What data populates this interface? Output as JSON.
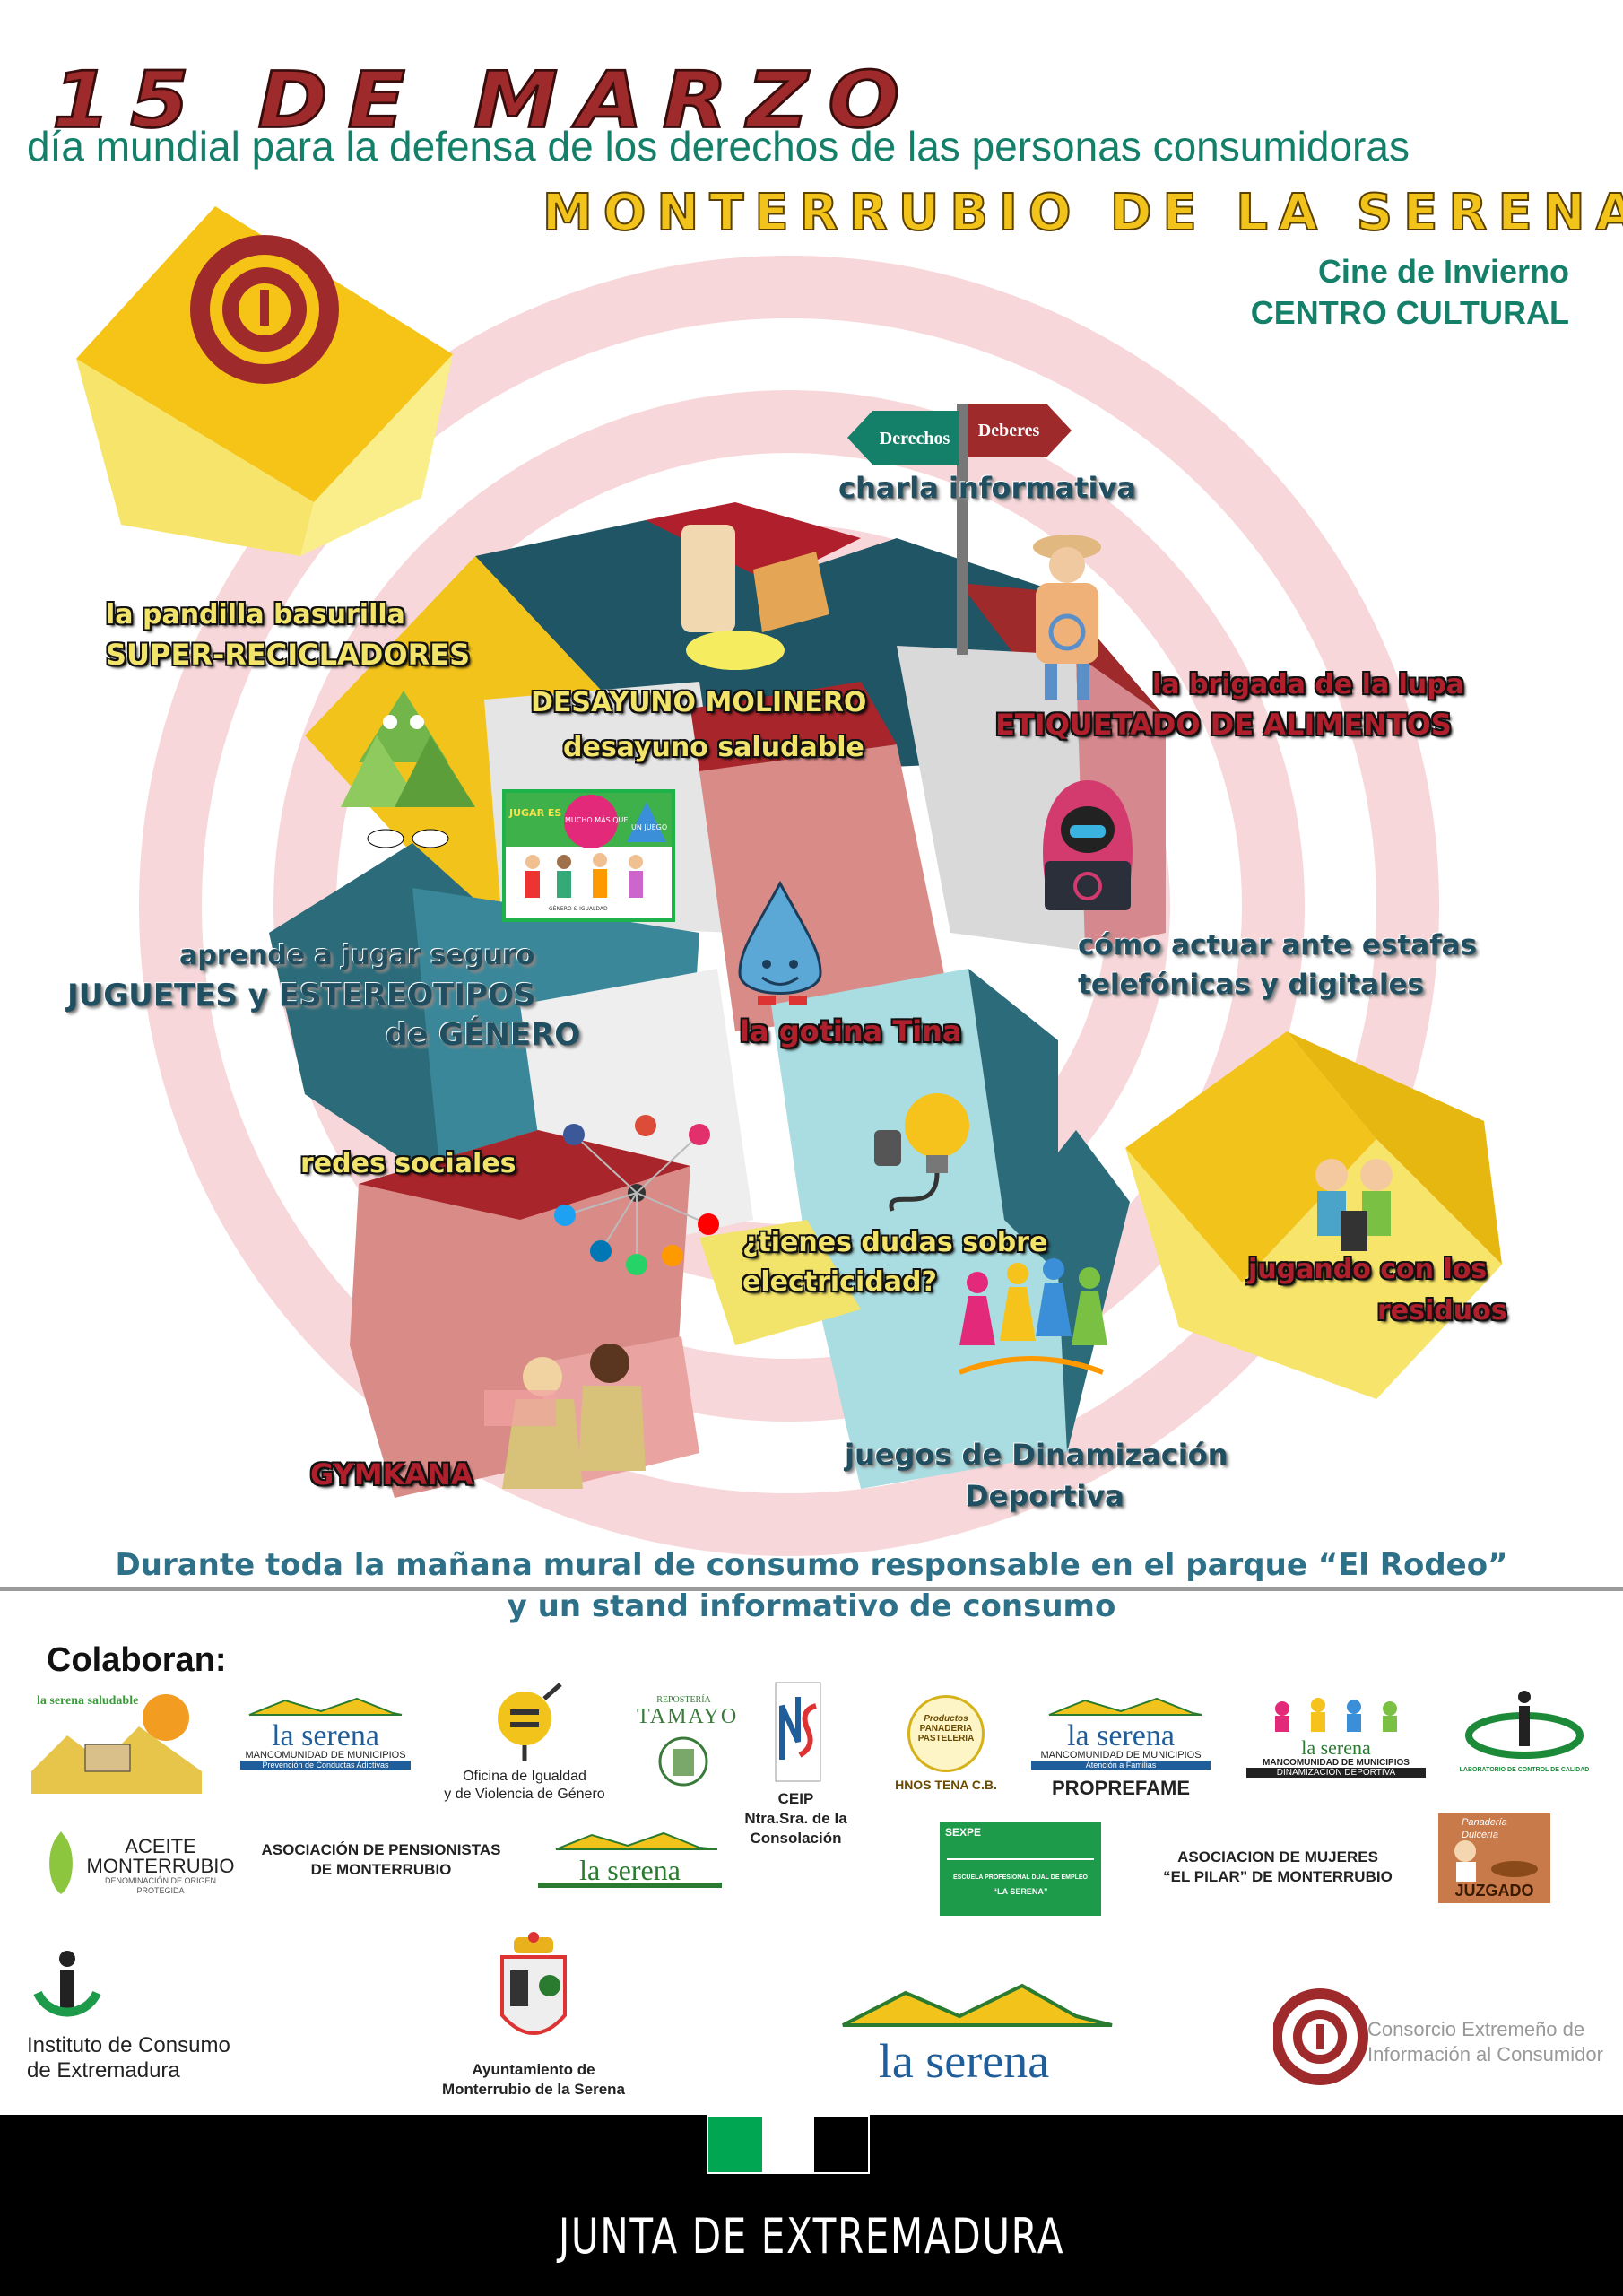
{
  "header": {
    "title": "15 DE MARZO",
    "subtitle": "día mundial para la defensa de los derechos de las personas consumidoras",
    "town": "MONTERRUBIO DE LA SERENA",
    "venue_line1": "Cine de Invierno",
    "venue_line2": "CENTRO CULTURAL"
  },
  "signpost": {
    "left": "Derechos",
    "right": "Deberes"
  },
  "activities": {
    "charla": "charla informativa",
    "pandilla_1": "la pandilla basurilla",
    "pandilla_2": "SUPER-RECICLADORES",
    "desayuno_1": "DESAYUNO MOLINERO",
    "desayuno_2": "desayuno saludable",
    "brigada_1": "la brigada de la lupa",
    "brigada_2": "ETIQUETADO DE ALIMENTOS",
    "estafas_1": "cómo actuar ante estafas",
    "estafas_2": "telefónicas y digitales",
    "juguetes_1": "aprende a jugar seguro",
    "juguetes_2": "JUGUETES y ESTEREOTIPOS",
    "juguetes_3": "de GÉNERO",
    "gotina": "la gotina Tina",
    "redes": "redes sociales",
    "electricidad_1": "¿tienes dudas sobre",
    "electricidad_2": "electricidad?",
    "residuos_1": "jugando con los",
    "residuos_2": "residuos",
    "gymkana": "GYMKANA",
    "deportiva_1": "juegos de Dinamización",
    "deportiva_2": "Deportiva"
  },
  "toy_poster": {
    "a": "JUGAR ES",
    "b": "MUCHO MÁS QUE",
    "c": "UN JUEGO",
    "d": "GÉNERO & IGUALDAD"
  },
  "banner": {
    "line1": "Durante toda la mañana mural de consumo responsable en el parque “El Rodeo”",
    "line2": "y un stand informativo de consumo"
  },
  "collaborators": {
    "heading": "Colaboran:",
    "serena_saludable": "la serena saludable",
    "serena": "la serena",
    "mancomunidad": "MANCOMUNIDAD DE MUNICIPIOS",
    "prevencion": "Prevención de Conductas Adictivas",
    "atencion": "Atención a Familias",
    "dinamizacion": "DINAMIZACIÓN DEPORTIVA",
    "igualdad_1": "Oficina de Igualdad",
    "igualdad_2": "y de Violencia de Género",
    "tamayo_top": "REPOSTERÍA",
    "tamayo": "TAMAYO",
    "ceip_1": "CEIP",
    "ceip_2": "Ntra.Sra. de la",
    "ceip_3": "Consolación",
    "panaderia_1": "Productos",
    "panaderia_2": "PANADERIA",
    "panaderia_3": "PASTELERIA",
    "panaderia_4": "HNOS TENA C.B.",
    "proprefame": "PROPREFAME",
    "laboratorio": "LABORATORIO DE CONTROL DE CALIDAD",
    "aceite_1": "ACEITE",
    "aceite_2": "MONTERRUBIO",
    "aceite_3": "DENOMINACIÓN DE ORIGEN PROTEGIDA",
    "pensionistas_1": "ASOCIACIÓN DE PENSIONISTAS",
    "pensionistas_2": "DE MONTERRUBIO",
    "serena_turismo": "la serena",
    "sexpe": "SEXPE",
    "sexpe_school": "ESCUELA PROFESIONAL DUAL DE EMPLEO",
    "sexpe_name": "“LA SERENA”",
    "mujeres_1": "ASOCIACION DE MUJERES",
    "mujeres_2": "“EL PILAR” DE MONTERRUBIO",
    "juzgado_1": "Panadería",
    "juzgado_2": "Dulcería",
    "juzgado_3": "JUZGADO",
    "instituto_1": "Instituto de Consumo",
    "instituto_2": "de Extremadura",
    "ayuntamiento_1": "Ayuntamiento de",
    "ayuntamiento_2": "Monterrubio de la Serena",
    "serena_big": "la serena",
    "consorcio_1": "Consorcio Extremeño de",
    "consorcio_2": "Información al Consumidor"
  },
  "footer": {
    "junta": "JUNTA DE EXTREMADURA"
  },
  "colors": {
    "red": "#9e2a2b",
    "yellow": "#f2c41b",
    "teal": "#14806a",
    "green": "#00a651"
  }
}
